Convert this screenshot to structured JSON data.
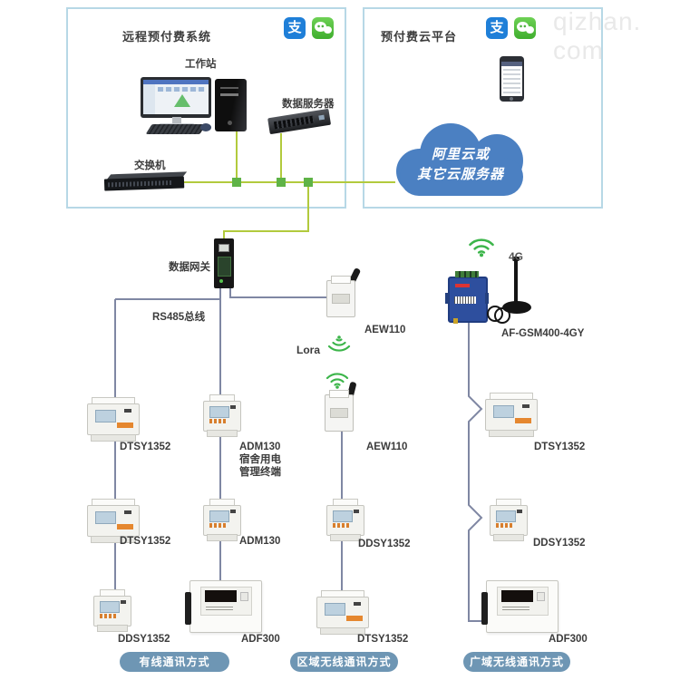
{
  "watermark": "qizhan. com",
  "panels": {
    "local": {
      "title": "远程预付费系统"
    },
    "cloud": {
      "title": "预付费云平台"
    }
  },
  "local_system": {
    "workstation_label": "工作站",
    "data_server_label": "数据服务器",
    "switch_label": "交换机"
  },
  "cloud_platform": {
    "cloud_line1": "阿里云或",
    "cloud_line2": "其它云服务器"
  },
  "icons": {
    "alipay_glyph": "支"
  },
  "gateway_label": "数据网关",
  "links": {
    "rs485_label": "RS485总线",
    "lora_label": "Lora",
    "g4_label": "4G"
  },
  "devices": {
    "aew110_top": "AEW110",
    "aew110_mid": "AEW110",
    "af_gsm": "AF-GSM400-4GY",
    "c1m1": "DTSY1352",
    "c1m2": "DTSY1352",
    "c1m3": "DDSY1352",
    "c2m1": "ADM130",
    "c2m1_sub1": "宿舍用电",
    "c2m1_sub2": "管理终端",
    "c2m2": "ADM130",
    "c2m3": "ADF300",
    "c3m1": "DDSY1352",
    "c3m2": "DTSY1352",
    "c4m1": "DTSY1352",
    "c4m2": "DDSY1352",
    "c4m3": "ADF300"
  },
  "pills": {
    "wired": "有线通讯方式",
    "regional": "区域无线通讯方式",
    "wide_area": "广域无线通讯方式"
  },
  "colors": {
    "green_line": "#b2ca3d",
    "green_node": "#5fb347",
    "wire_gray": "#7f87a3",
    "cloud_blue": "#4b80c2",
    "pill_blue": "#6e96b4",
    "wifi_green": "#3cb54a",
    "panel_border": "#b7d8e6",
    "meter_accent_orange": "#e5872f"
  }
}
